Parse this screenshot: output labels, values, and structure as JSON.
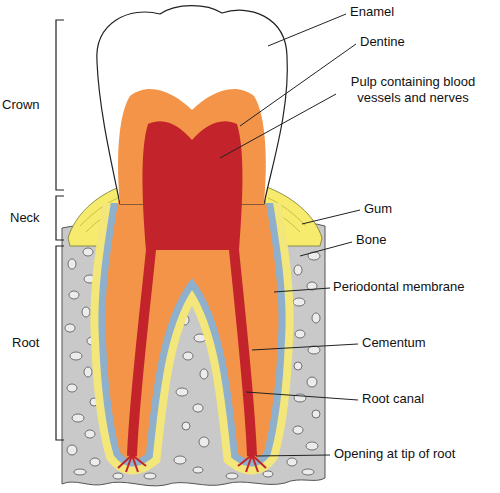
{
  "diagram": {
    "labels": [
      "Crown",
      "Neck",
      "Root",
      "Enamel",
      "Dentine",
      "Pulp containing blood vessels and nerves",
      "Gum",
      "Bone",
      "Periodontal membrane",
      "Cementum",
      "Root canal",
      "Opening at tip of root"
    ]
  }
}
